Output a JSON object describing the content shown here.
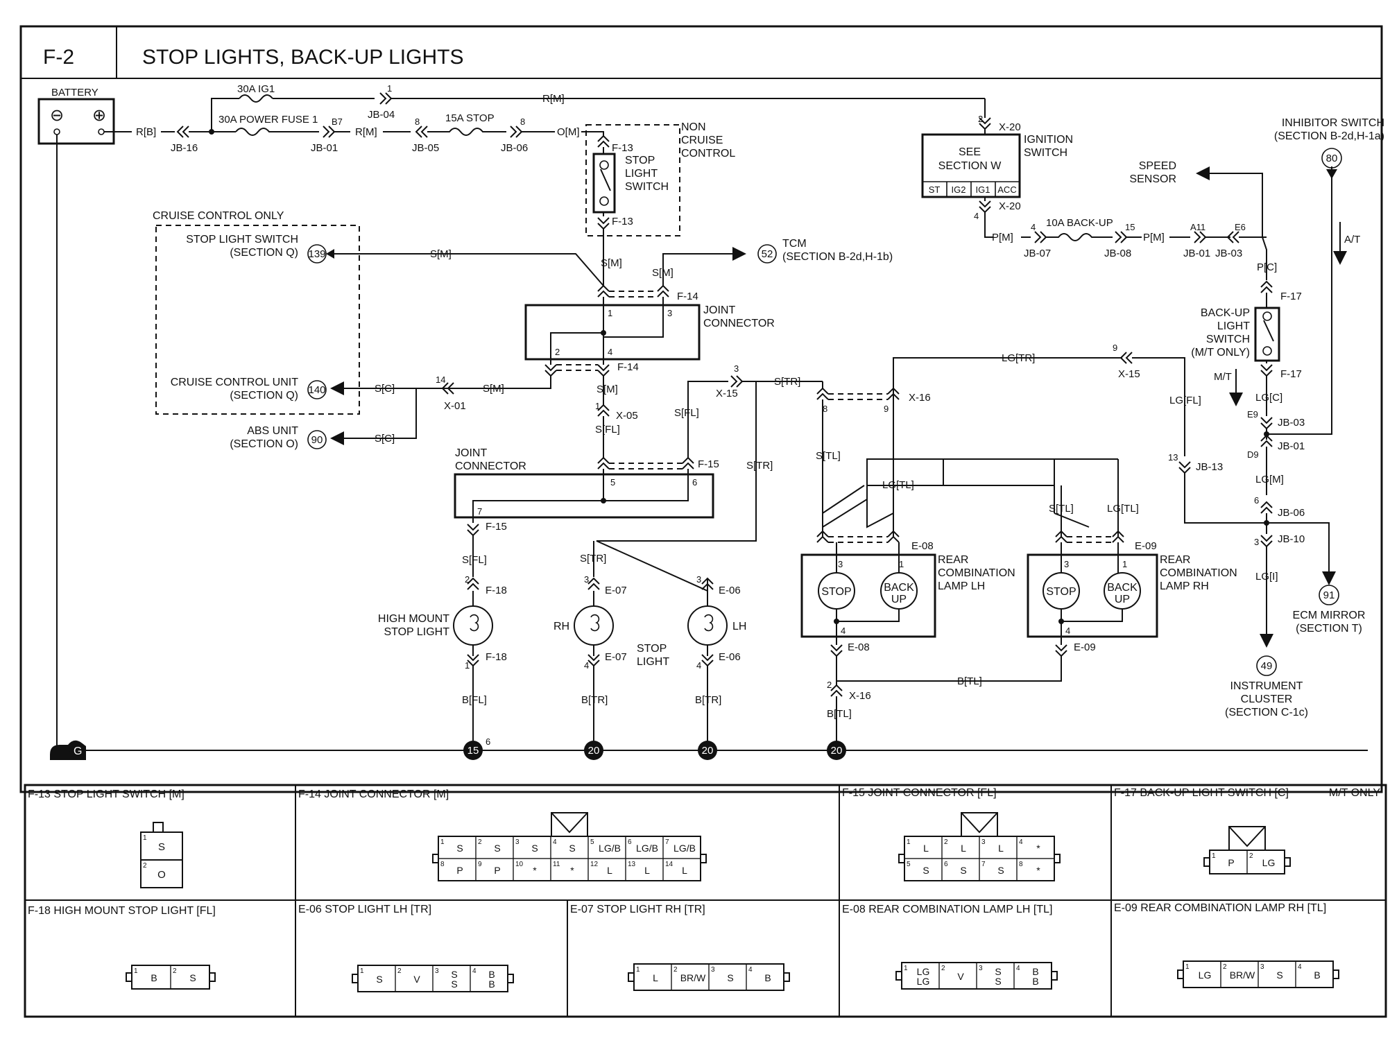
{
  "header": {
    "page_code": "F-2",
    "title": "STOP LIGHTS, BACK-UP LIGHTS"
  },
  "battery": {
    "label": "BATTERY",
    "neg": "⊖",
    "pos": "⊕"
  },
  "fuses": {
    "ig1": "30A IG1",
    "power": "30A POWER FUSE 1",
    "stop": "15A STOP",
    "backup": "10A BACK-UP"
  },
  "wires": {
    "rb": "R[B]",
    "rm1": "R[M]",
    "rm2": "R[M]",
    "om": "O[M]",
    "pm1": "P[M]",
    "pm2": "P[M]",
    "pc": "P[C]",
    "sm_cruise": "S[M]",
    "sm_tcm": "S[M]",
    "sm_jc": "S[M]",
    "sm_x01": "S[M]",
    "sc_ccu": "S[C]",
    "sc_abs": "S[C]",
    "sfl1": "S[FL]",
    "sfl2": "S[FL]",
    "sfl3": "S[FL]",
    "str1": "S[TR]",
    "str2": "S[TR]",
    "str3": "S[TR]",
    "stl1": "S[TL]",
    "stl2": "S[TL]",
    "lgtl1": "LG[TL]",
    "lgtl2": "LG[TL]",
    "lgtr": "LG[TR]",
    "lgfl": "LG[FL]",
    "lgc": "LG[C]",
    "lgm": "LG[M]",
    "lgi": "LG[I]",
    "bfl": "B[FL]",
    "btr1": "B[TR]",
    "btr2": "B[TR]",
    "btl1": "B[TL]",
    "btl2": "B[TL]"
  },
  "connectors": {
    "jb16": "JB-16",
    "jb04": "JB-04",
    "jb01": "JB-01",
    "jb05": "JB-05",
    "jb06": "JB-06",
    "jb07": "JB-07",
    "jb08": "JB-08",
    "jb01b": "JB-01",
    "jb03": "JB-03",
    "jb03b": "JB-03",
    "jb01c": "JB-01",
    "jb13": "JB-13",
    "jb06b": "JB-06",
    "jb10": "JB-10",
    "x20a": "X-20",
    "x20b": "X-20",
    "f13a": "F-13",
    "f13b": "F-13",
    "f14a": "F-14",
    "f14b": "F-14",
    "x01": "X-01",
    "x05": "X-05",
    "x15a": "X-15",
    "x15b": "X-15",
    "f15a": "F-15",
    "f15b": "F-15",
    "f18a": "F-18",
    "f18b": "F-18",
    "e07a": "E-07",
    "e07b": "E-07",
    "e06a": "E-06",
    "e06b": "E-06",
    "x16a": "X-16",
    "x16b": "X-16",
    "e08a": "E-08",
    "e08b": "E-08",
    "e09a": "E-09",
    "e09b": "E-09",
    "f17a": "F-17",
    "f17b": "F-17",
    "pins": {
      "p1": "1",
      "b7": "B7",
      "p8a": "8",
      "p8b": "8",
      "p2": "2",
      "p4": "4",
      "p4b": "4",
      "p15": "15",
      "a11": "A11",
      "e6": "E6",
      "jc1": "1",
      "jc3": "3",
      "jc2": "2",
      "jc4": "4",
      "p14": "14",
      "p1x05": "1",
      "p3x15": "3",
      "jc5": "5",
      "jc6": "6",
      "jc7": "7",
      "p8x16": "8",
      "p9x16": "9",
      "p9x15": "9",
      "p13": "13",
      "e9": "E9",
      "d9": "D9",
      "p6": "6",
      "p3jb10": "3",
      "f18_2": "2",
      "f18_1": "1",
      "e07_3": "3",
      "e07_4": "4",
      "e06_3": "3",
      "e06_4": "4",
      "lh3": "3",
      "lh1": "1",
      "lh4": "4",
      "rh3": "3",
      "rh1": "1",
      "rh4": "4",
      "x16_2": "2"
    }
  },
  "components": {
    "ignition": {
      "see": "SEE",
      "section": "SECTION W",
      "label": "IGNITION\nSWITCH",
      "positions": [
        "ST",
        "IG2",
        "IG1",
        "ACC"
      ]
    },
    "non_cruise": "NON\nCRUISE\nCONTROL",
    "stop_light_switch": "STOP\nLIGHT\nSWITCH",
    "cruise_only": "CRUISE CONTROL ONLY",
    "sls_ref": {
      "label": "STOP LIGHT SWITCH\n(SECTION Q)",
      "num": "139"
    },
    "ccu_ref": {
      "label": "CRUISE CONTROL UNIT\n(SECTION Q)",
      "num": "140"
    },
    "abs_ref": {
      "label": "ABS UNIT\n(SECTION O)",
      "num": "90"
    },
    "tcm_ref": {
      "label": "TCM\n(SECTION B-2d,H-1b)",
      "num": "52"
    },
    "joint_connector_1": "JOINT\nCONNECTOR",
    "joint_connector_2": "JOINT\nCONNECTOR",
    "high_mount": "HIGH MOUNT\nSTOP LIGHT",
    "rh": "RH",
    "lh": "LH",
    "stop_light": "STOP\nLIGHT",
    "rear_lh": "REAR\nCOMBINATION\nLAMP LH",
    "rear_rh": "REAR\nCOMBINATION\nLAMP RH",
    "stop": "STOP",
    "back_up": "BACK\nUP",
    "speed_sensor": "SPEED\nSENSOR",
    "inhibitor": {
      "label": "INHIBITOR SWITCH\n(SECTION B-2d,H-1a)",
      "num": "80",
      "at": "A/T"
    },
    "backup_switch": "BACK-UP\nLIGHT\nSWITCH\n(M/T ONLY)",
    "mt": "M/T",
    "ecm_mirror": {
      "label": "ECM MIRROR\n(SECTION T)",
      "num": "91"
    },
    "cluster": {
      "label": "INSTRUMENT\nCLUSTER\n(SECTION C-1c)",
      "num": "49"
    }
  },
  "grounds": {
    "g": "G",
    "g15": "15",
    "g15_pin": "6",
    "g20a": "20",
    "g20b": "20",
    "g20c": "20"
  },
  "connector_views": [
    {
      "title": "F-13 STOP LIGHT SWITCH [M]",
      "rows": [
        [
          [
            "1",
            "S"
          ]
        ],
        [
          [
            "2",
            "O"
          ]
        ]
      ]
    },
    {
      "title": "F-14 JOINT CONNECTOR [M]",
      "rows": [
        [
          [
            "1",
            "S"
          ],
          [
            "2",
            "S"
          ],
          [
            "3",
            "S"
          ],
          [
            "4",
            "S"
          ],
          [
            "5",
            "LG/B"
          ],
          [
            "6",
            "LG/B"
          ],
          [
            "7",
            "LG/B"
          ]
        ],
        [
          [
            "8",
            "P"
          ],
          [
            "9",
            "P"
          ],
          [
            "10",
            "*"
          ],
          [
            "11",
            "*"
          ],
          [
            "12",
            "L"
          ],
          [
            "13",
            "L"
          ],
          [
            "14",
            "L"
          ]
        ]
      ]
    },
    {
      "title": "F-15 JOINT CONNECTOR [FL]",
      "rows": [
        [
          [
            "1",
            "L"
          ],
          [
            "2",
            "L"
          ],
          [
            "3",
            "L"
          ],
          [
            "4",
            "*"
          ]
        ],
        [
          [
            "5",
            "S"
          ],
          [
            "6",
            "S"
          ],
          [
            "7",
            "S"
          ],
          [
            "8",
            "*"
          ]
        ]
      ]
    },
    {
      "title": "F-17 BACK-UP LIGHT SWITCH [C]",
      "note": "M/T ONLY",
      "rows": [
        [
          [
            "1",
            "P"
          ],
          [
            "2",
            "LG"
          ]
        ]
      ]
    },
    {
      "title": "F-18 HIGH MOUNT STOP LIGHT [FL]",
      "rows": [
        [
          [
            "1",
            "B"
          ],
          [
            "2",
            "S"
          ]
        ]
      ]
    },
    {
      "title": "E-06 STOP LIGHT LH [TR]",
      "rows": [
        [
          [
            "1",
            "S"
          ],
          [
            "2",
            "V"
          ],
          [
            "3",
            "S\nS"
          ],
          [
            "4",
            "B\nB"
          ]
        ]
      ]
    },
    {
      "title": "E-07 STOP LIGHT RH [TR]",
      "rows": [
        [
          [
            "1",
            "L"
          ],
          [
            "2",
            "BR/W"
          ],
          [
            "3",
            "S"
          ],
          [
            "4",
            "B"
          ]
        ]
      ]
    },
    {
      "title": "E-08 REAR COMBINATION LAMP LH [TL]",
      "rows": [
        [
          [
            "1",
            "LG\nLG"
          ],
          [
            "2",
            "V"
          ],
          [
            "3",
            "S\nS"
          ],
          [
            "4",
            "B\nB"
          ]
        ]
      ]
    },
    {
      "title": "E-09 REAR COMBINATION LAMP RH [TL]",
      "rows": [
        [
          [
            "1",
            "LG"
          ],
          [
            "2",
            "BR/W"
          ],
          [
            "3",
            "S"
          ],
          [
            "4",
            "B"
          ]
        ]
      ]
    }
  ]
}
